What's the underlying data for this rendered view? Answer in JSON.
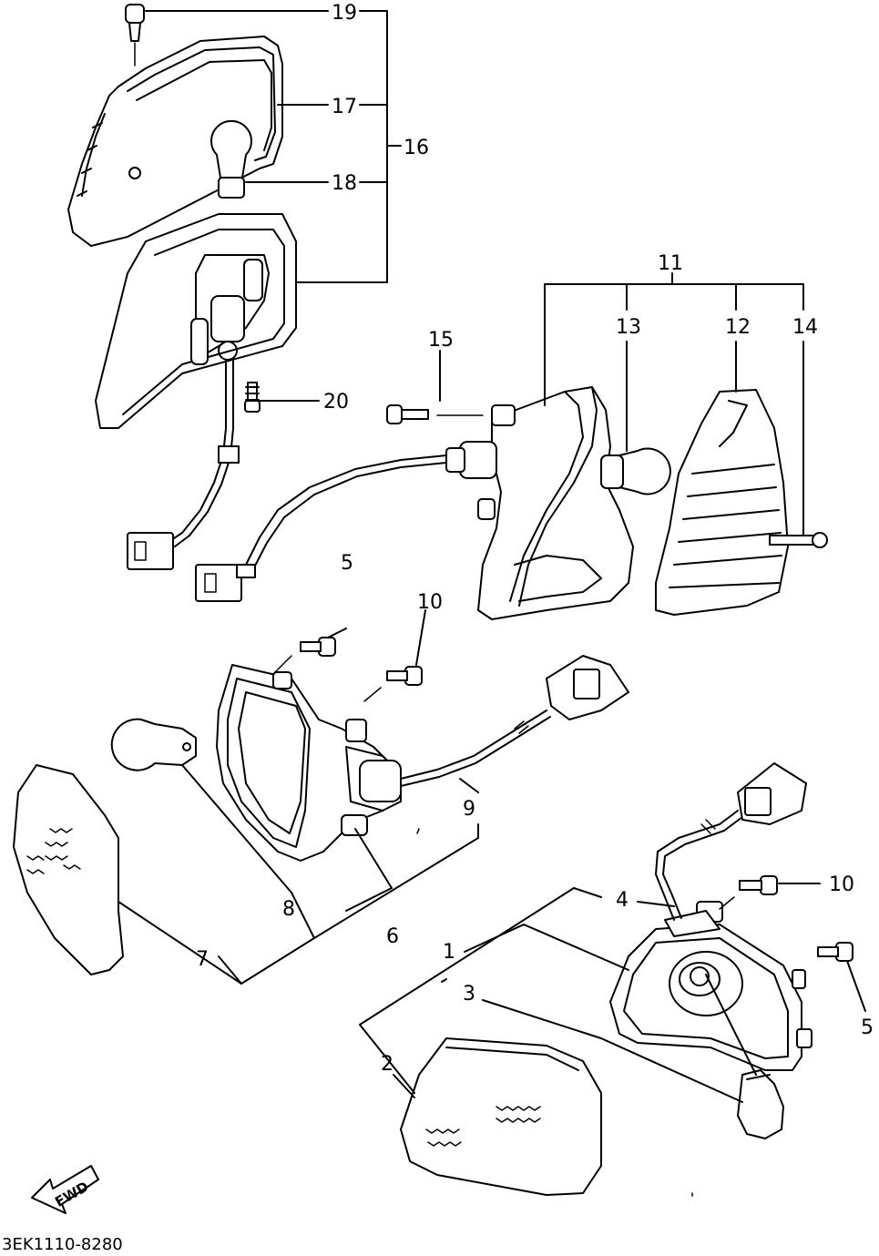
{
  "diagram": {
    "code": "3EK1110-8280",
    "direction_label": "FWD",
    "callouts": {
      "p1": "1",
      "p2": "2",
      "p3": "3",
      "p4": "4",
      "p5a": "5",
      "p5b": "5",
      "p6": "6",
      "p7": "7",
      "p8": "8",
      "p9": "9",
      "p10a": "10",
      "p10b": "10",
      "p11": "11",
      "p12": "12",
      "p13": "13",
      "p14": "14",
      "p15": "15",
      "p16": "16",
      "p17": "17",
      "p18": "18",
      "p19": "19",
      "p20": "20"
    }
  }
}
